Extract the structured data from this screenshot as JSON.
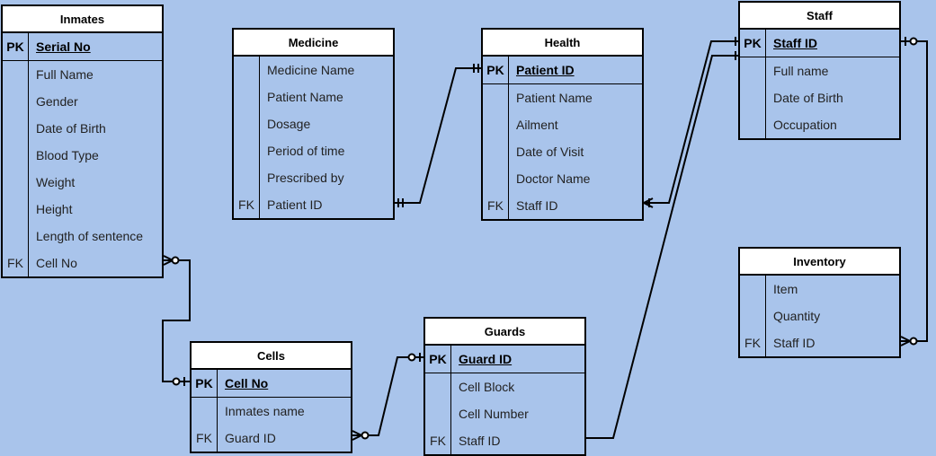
{
  "colors": {
    "background": "#a9c4eb",
    "header": "#ffffff",
    "line": "#000000"
  },
  "entities": {
    "inmates": {
      "title": "Inmates",
      "pk": {
        "key": "PK",
        "name": "Serial No"
      },
      "rows": [
        {
          "key": "",
          "name": "Full Name"
        },
        {
          "key": "",
          "name": "Gender"
        },
        {
          "key": "",
          "name": "Date of Birth"
        },
        {
          "key": "",
          "name": "Blood Type"
        },
        {
          "key": "",
          "name": "Weight"
        },
        {
          "key": "",
          "name": "Height"
        },
        {
          "key": "",
          "name": "Length of sentence"
        },
        {
          "key": "FK",
          "name": "Cell No"
        }
      ]
    },
    "medicine": {
      "title": "Medicine",
      "rows": [
        {
          "key": "",
          "name": "Medicine Name"
        },
        {
          "key": "",
          "name": "Patient Name"
        },
        {
          "key": "",
          "name": "Dosage"
        },
        {
          "key": "",
          "name": "Period of time"
        },
        {
          "key": "",
          "name": "Prescribed by"
        },
        {
          "key": "FK",
          "name": "Patient ID"
        }
      ]
    },
    "health": {
      "title": "Health",
      "pk": {
        "key": "PK",
        "name": "Patient ID"
      },
      "rows": [
        {
          "key": "",
          "name": "Patient Name"
        },
        {
          "key": "",
          "name": "Ailment"
        },
        {
          "key": "",
          "name": "Date of Visit"
        },
        {
          "key": "",
          "name": "Doctor Name"
        },
        {
          "key": "FK",
          "name": "Staff ID"
        }
      ]
    },
    "staff": {
      "title": "Staff",
      "pk": {
        "key": "PK",
        "name": "Staff ID"
      },
      "rows": [
        {
          "key": "",
          "name": "Full name"
        },
        {
          "key": "",
          "name": "Date of Birth"
        },
        {
          "key": "",
          "name": "Occupation"
        }
      ]
    },
    "inventory": {
      "title": "Inventory",
      "rows": [
        {
          "key": "",
          "name": "Item"
        },
        {
          "key": "",
          "name": "Quantity"
        },
        {
          "key": "FK",
          "name": "Staff ID"
        }
      ]
    },
    "cells": {
      "title": "Cells",
      "pk": {
        "key": "PK",
        "name": "Cell No"
      },
      "rows": [
        {
          "key": "",
          "name": "Inmates name"
        },
        {
          "key": "FK",
          "name": "Guard ID"
        }
      ]
    },
    "guards": {
      "title": "Guards",
      "pk": {
        "key": "PK",
        "name": "Guard ID"
      },
      "rows": [
        {
          "key": "",
          "name": "Cell Block"
        },
        {
          "key": "",
          "name": "Cell Number"
        },
        {
          "key": "FK",
          "name": "Staff ID"
        }
      ]
    }
  }
}
